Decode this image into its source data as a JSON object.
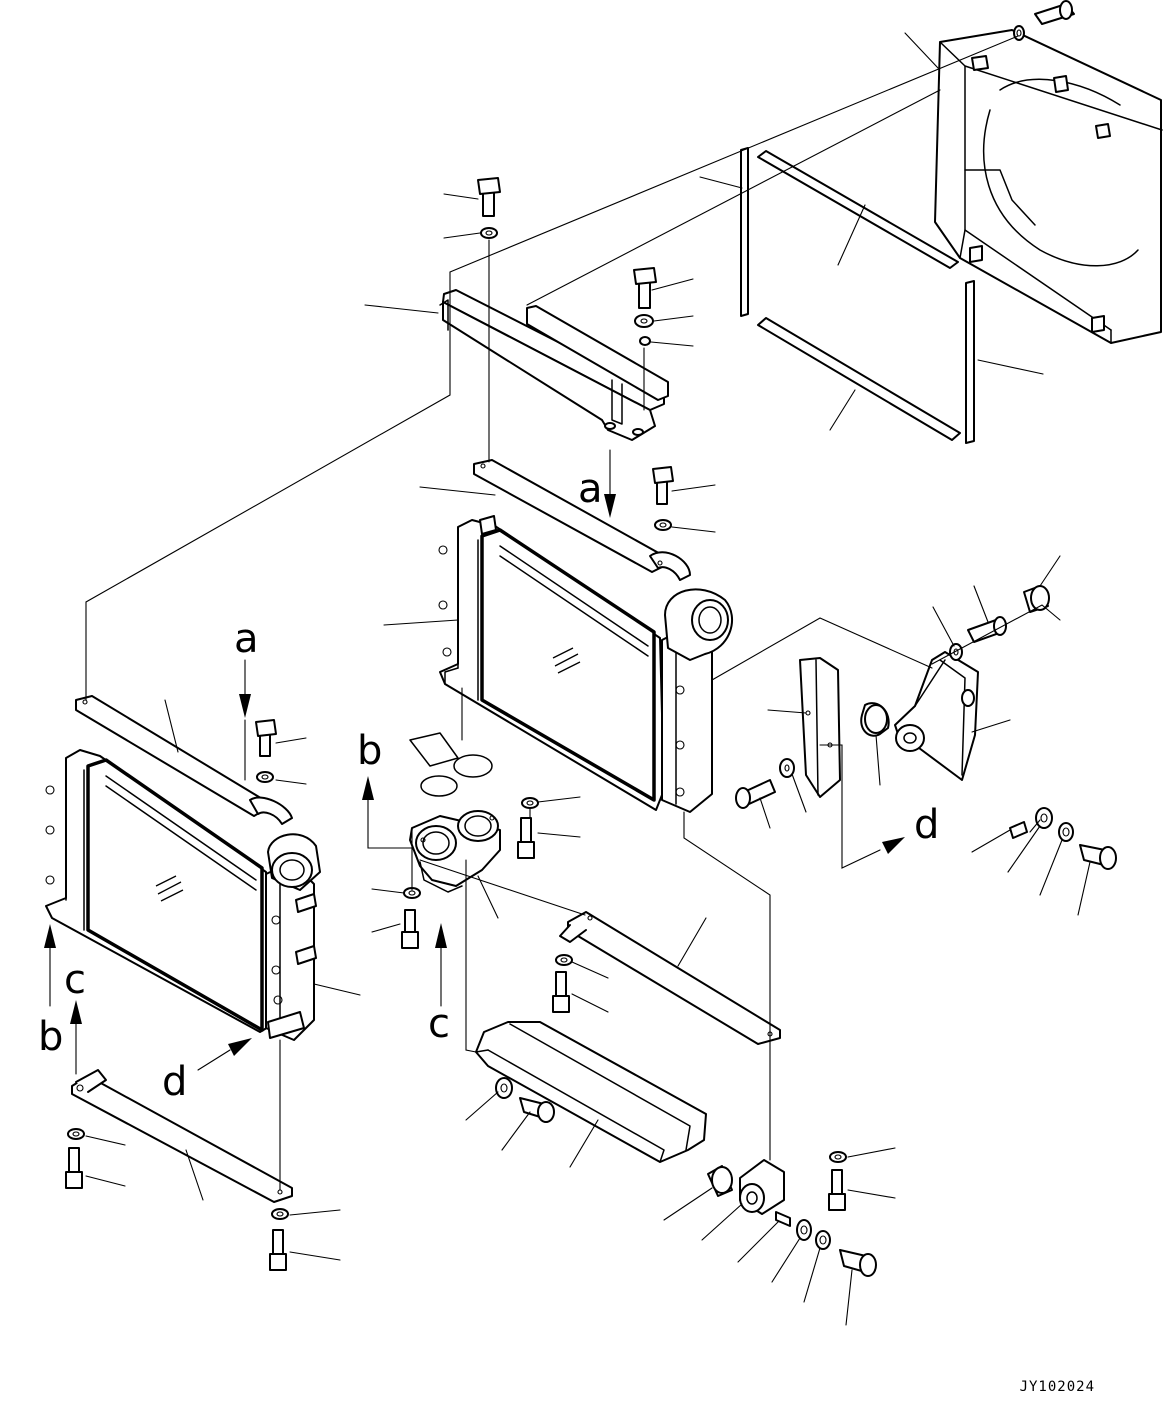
{
  "drawing_code": "JY102024",
  "reference_markers": {
    "a": "a",
    "b": "b",
    "c": "c",
    "d": "d"
  }
}
